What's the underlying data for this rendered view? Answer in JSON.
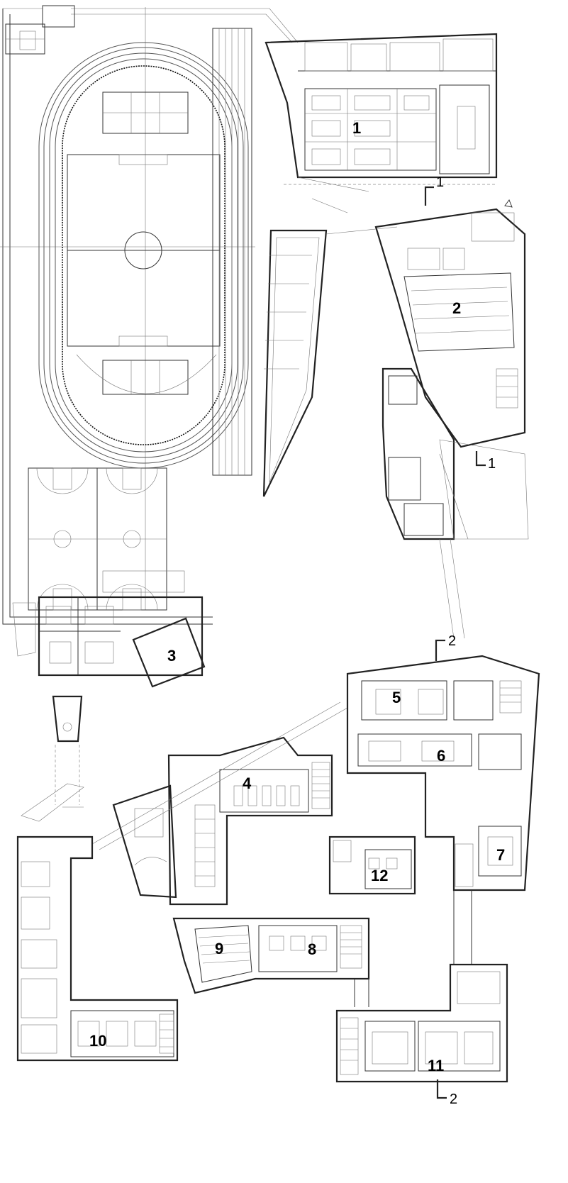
{
  "zones": [
    {
      "id": "1",
      "label": "1"
    },
    {
      "id": "2",
      "label": "2"
    },
    {
      "id": "3",
      "label": "3"
    },
    {
      "id": "4",
      "label": "4"
    },
    {
      "id": "5",
      "label": "5"
    },
    {
      "id": "6",
      "label": "6"
    },
    {
      "id": "7",
      "label": "7"
    },
    {
      "id": "8",
      "label": "8"
    },
    {
      "id": "9",
      "label": "9"
    },
    {
      "id": "10",
      "label": "10"
    },
    {
      "id": "11",
      "label": "11"
    },
    {
      "id": "12",
      "label": "12"
    }
  ],
  "section_marks": {
    "section_1_top": "1",
    "section_1_bottom": "1",
    "section_2_top": "2",
    "section_2_bottom": "2"
  }
}
